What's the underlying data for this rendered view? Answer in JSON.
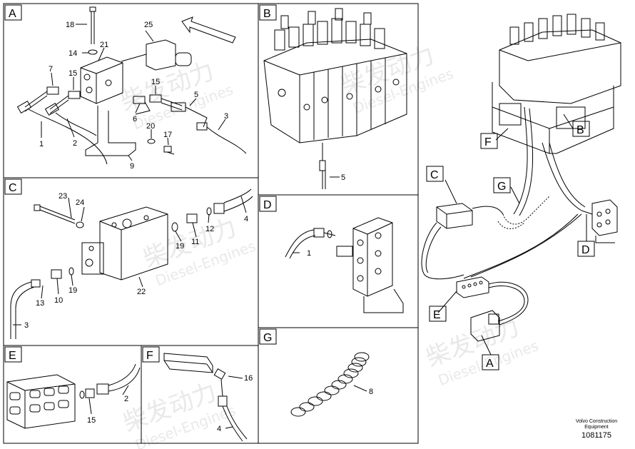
{
  "panels": {
    "A": {
      "letter": "A",
      "callouts": [
        "18",
        "25",
        "14",
        "21",
        "7",
        "15",
        "15",
        "5",
        "6",
        "3",
        "1",
        "2",
        "20",
        "17",
        "9"
      ]
    },
    "B": {
      "letter": "B",
      "callouts": [
        "5"
      ]
    },
    "C": {
      "letter": "C",
      "callouts": [
        "23",
        "24",
        "4",
        "19",
        "11",
        "12",
        "13",
        "10",
        "19",
        "22",
        "3"
      ]
    },
    "D": {
      "letter": "D",
      "callouts": [
        "1"
      ]
    },
    "E": {
      "letter": "E",
      "callouts": [
        "15",
        "2"
      ]
    },
    "F": {
      "letter": "F",
      "callouts": [
        "16",
        "4"
      ]
    },
    "G": {
      "letter": "G",
      "callouts": [
        "8"
      ]
    }
  },
  "overview_labels": [
    "F",
    "B",
    "C",
    "G",
    "D",
    "E",
    "A"
  ],
  "footer": {
    "line1": "Volvo Construction",
    "line2": "Equipment",
    "number": "1081175"
  },
  "watermark": {
    "cn": "柴发动力",
    "en": "Diesel-Engines"
  },
  "colors": {
    "line": "#000000",
    "watermark": "#e9e9e9",
    "background": "#ffffff"
  }
}
